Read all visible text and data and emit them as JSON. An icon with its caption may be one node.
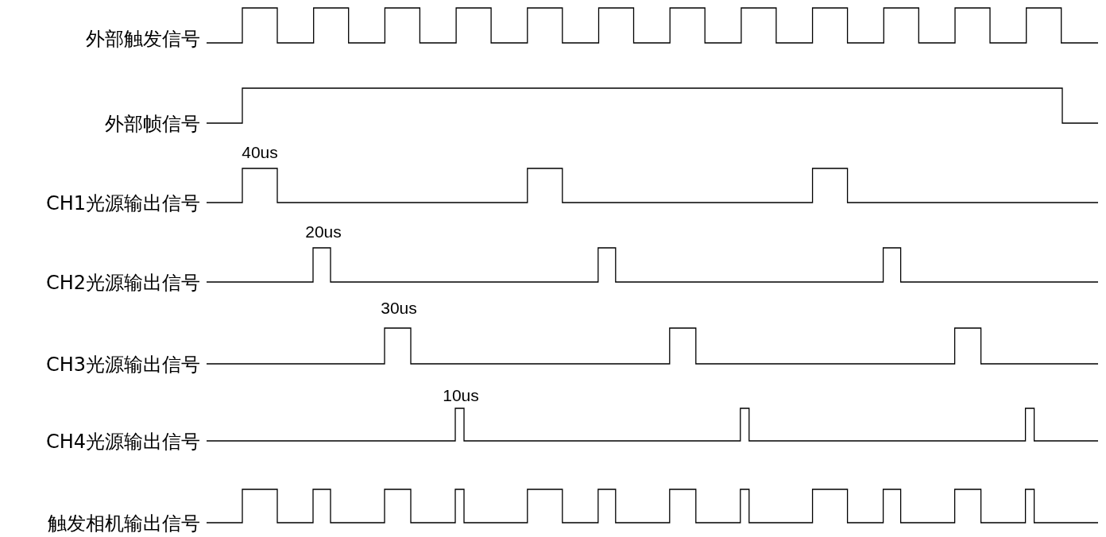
{
  "diagram": {
    "labels": [
      "外部触发信号",
      "外部帧信号",
      "40us",
      "CH1光源输出信号",
      "20us",
      "CH2光源输出信号",
      "30us",
      "CH3光源输出信号",
      "10us",
      "CH4光源输出信号",
      "触发相机输出信号"
    ]
  }
}
